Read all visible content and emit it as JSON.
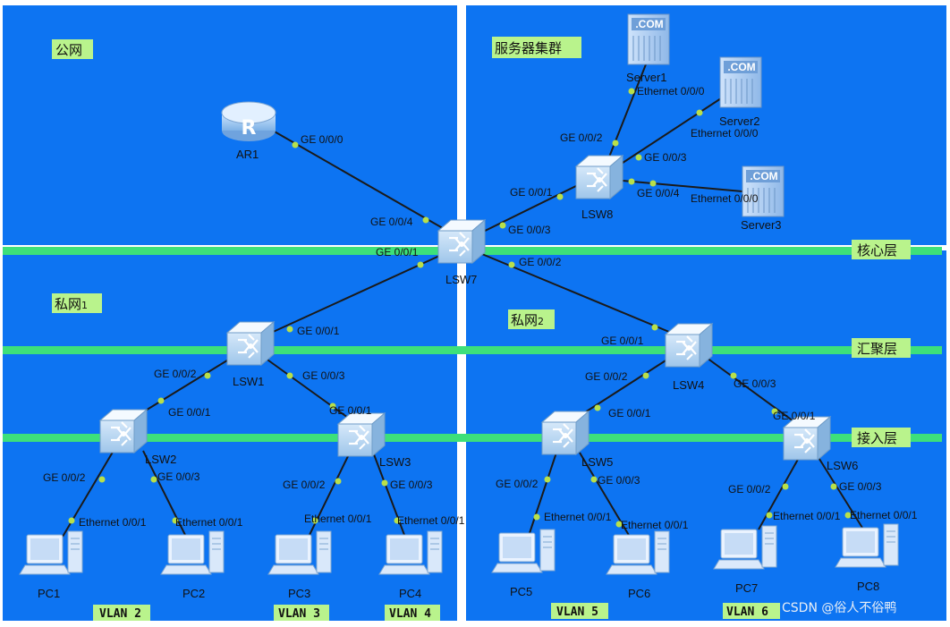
{
  "colors": {
    "zone_bg": "#0d74f2",
    "layer_band": "#3de07a",
    "label_bg": "#b9f38c",
    "link": "#1a1a1a",
    "port_dot": "#b8e04a"
  },
  "zones": {
    "public": "公网",
    "servers": "服务器集群",
    "private1_main": "私网",
    "private1_sub": "1",
    "private2_main": "私网",
    "private2_sub": "2"
  },
  "layers": {
    "core": "核心层",
    "aggregation": "汇聚层",
    "access": "接入层"
  },
  "devices": {
    "AR1": "AR1",
    "LSW7": "LSW7",
    "LSW8": "LSW8",
    "LSW1": "LSW1",
    "LSW4": "LSW4",
    "LSW2": "LSW2",
    "LSW3": "LSW3",
    "LSW5": "LSW5",
    "LSW6": "LSW6",
    "Server1": "Server1",
    "Server2": "Server2",
    "Server3": "Server3",
    "PC1": "PC1",
    "PC2": "PC2",
    "PC3": "PC3",
    "PC4": "PC4",
    "PC5": "PC5",
    "PC6": "PC6",
    "PC7": "PC7",
    "PC8": "PC8",
    "server_badge": ".COM",
    "router_badge": "R"
  },
  "ports": {
    "ar1_lsw7_a": "GE 0/0/0",
    "ar1_lsw7_b": "GE 0/0/4",
    "lsw7_lsw8_a": "GE 0/0/3",
    "lsw7_lsw8_b": "GE 0/0/1",
    "lsw8_s1_a": "GE 0/0/2",
    "lsw8_s1_b": "Ethernet 0/0/0",
    "lsw8_s2_a": "GE 0/0/3",
    "lsw8_s2_b": "Ethernet 0/0/0",
    "lsw8_s3_a": "GE 0/0/4",
    "lsw8_s3_b": "Ethernet 0/0/0",
    "lsw7_lsw1_a": "GE 0/0/1",
    "lsw7_lsw1_b": "GE 0/0/1",
    "lsw7_lsw4_a": "GE 0/0/2",
    "lsw7_lsw4_b": "GE 0/0/1",
    "lsw1_lsw2_a": "GE 0/0/2",
    "lsw1_lsw2_b": "GE 0/0/1",
    "lsw1_lsw3_a": "GE 0/0/3",
    "lsw1_lsw3_b": "GE 0/0/1",
    "lsw4_lsw5_a": "GE 0/0/2",
    "lsw4_lsw5_b": "GE 0/0/1",
    "lsw4_lsw6_a": "GE 0/0/3",
    "lsw4_lsw6_b": "GE 0/0/1",
    "lsw2_pc1_a": "GE 0/0/2",
    "lsw2_pc1_b": "Ethernet 0/0/1",
    "lsw2_pc2_a": "GE 0/0/3",
    "lsw2_pc2_b": "Ethernet 0/0/1",
    "lsw3_pc3_a": "GE 0/0/2",
    "lsw3_pc3_b": "Ethernet 0/0/1",
    "lsw3_pc4_a": "GE 0/0/3",
    "lsw3_pc4_b": "Ethernet 0/0/1",
    "lsw5_pc5_a": "GE 0/0/2",
    "lsw5_pc5_b": "Ethernet 0/0/1",
    "lsw5_pc6_a": "GE 0/0/3",
    "lsw5_pc6_b": "Ethernet 0/0/1",
    "lsw6_pc7_a": "GE 0/0/2",
    "lsw6_pc7_b": "Ethernet 0/0/1",
    "lsw6_pc8_a": "GE 0/0/3",
    "lsw6_pc8_b": "Ethernet 0/0/1"
  },
  "vlans": {
    "v2": "VLAN 2",
    "v3": "VLAN 3",
    "v4": "VLAN 4",
    "v5": "VLAN 5",
    "v6": "VLAN 6"
  },
  "watermark": "CSDN @俗人不俗鸭"
}
